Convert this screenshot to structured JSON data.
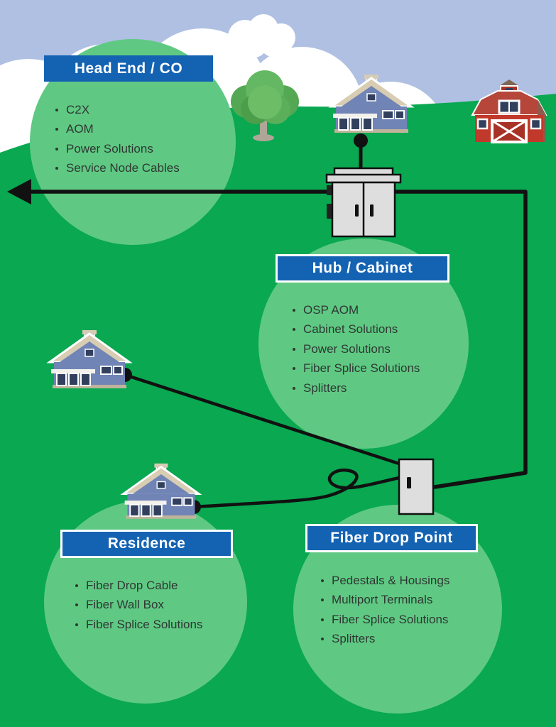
{
  "colors": {
    "sky": "#AFC0E3",
    "cloud_white": "#FFFFFF",
    "field_green": "#09A851",
    "circle_green": "#5FC983",
    "header_blue": "#1463B3",
    "list_text": "#2F3733",
    "line_black": "#111111",
    "cabinet_gray": "#DEDEDE",
    "barn_red": "#C0392B",
    "house_blue": "#7184B6"
  },
  "sections": [
    {
      "id": "head-end",
      "title": "Head End / CO",
      "items": [
        "C2X",
        "AOM",
        "Power Solutions",
        "Service Node Cables"
      ]
    },
    {
      "id": "hub-cabinet",
      "title": "Hub / Cabinet",
      "items": [
        "OSP AOM",
        "Cabinet Solutions",
        "Power Solutions",
        "Fiber Splice Solutions",
        "Splitters"
      ]
    },
    {
      "id": "residence",
      "title": "Residence",
      "items": [
        "Fiber Drop Cable",
        "Fiber Wall Box",
        "Fiber Splice Solutions"
      ]
    },
    {
      "id": "fiber-drop-point",
      "title": "Fiber Drop Point",
      "items": [
        "Pedestals & Housings",
        "Multiport Terminals",
        "Fiber Splice Solutions",
        "Splitters"
      ]
    }
  ],
  "icons": {
    "tree": "tree-icon",
    "house": "house-icon",
    "barn": "barn-icon",
    "cabinet": "cabinet-icon",
    "pedestal": "pedestal-icon",
    "clouds": "cloud-icon",
    "arrow": "arrow-left-icon",
    "connection_dot": "connection-dot"
  }
}
